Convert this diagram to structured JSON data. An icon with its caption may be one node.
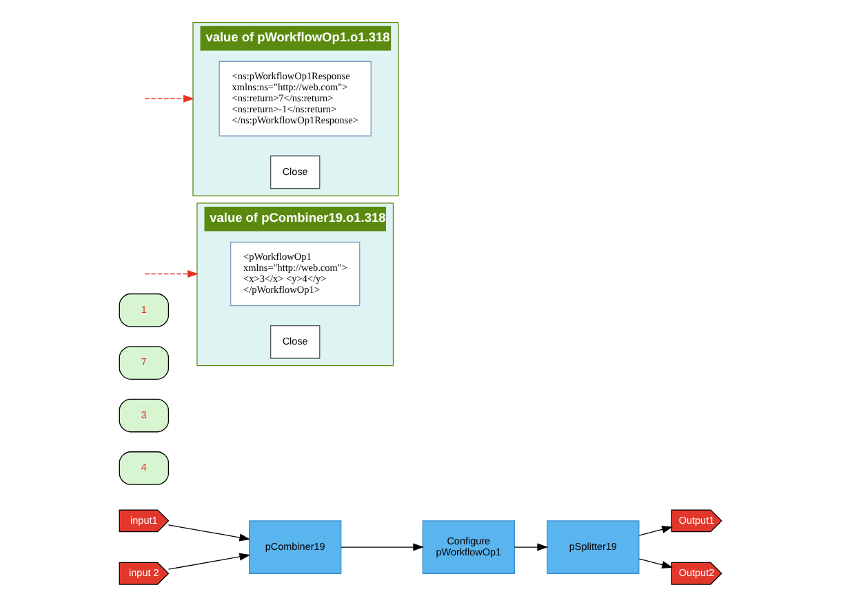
{
  "diagram": {
    "nodes": [
      {
        "text": [
          "input1"
        ]
      },
      {
        "text": [
          "4"
        ]
      },
      {
        "text": [
          "input 2"
        ]
      },
      {
        "text": [
          "3"
        ]
      },
      {
        "text": [
          "pCombiner19"
        ]
      },
      {
        "text": [
          "Configure",
          "pWorkflowOp1"
        ]
      },
      {
        "text": [
          "pSplitter19"
        ]
      },
      {
        "text": [
          "Output1"
        ]
      },
      {
        "text": [
          "7"
        ]
      },
      {
        "text": [
          "Output2"
        ]
      },
      {
        "text": [
          "1"
        ]
      },
      {
        "text": [
          "value of pCombiner19.o1.318"
        ]
      },
      {
        "text": [
          "<pWorkflowOp1 xmlns=\"http://web.com\"> <x>3</x> <y>4</y> </pWorkflowOp1>"
        ],
        "in": 11
      },
      {
        "text": [
          "Close"
        ],
        "in": 11
      },
      {
        "text": [
          "value of pWorkflowOp1.o1.318"
        ]
      },
      {
        "text": [
          "<ns:pWorkflowOp1Response xmlns:ns=\"http://web.com\"> <ns:return>7</ns:return> <ns:return>-1</ns:return> </ns:pWorkflowOp1Response>"
        ],
        "in": 14
      },
      {
        "text": [
          "Close"
        ],
        "in": 14
      }
    ],
    "edges": [
      {
        "from": 0,
        "to": 4,
        "arrow": "to"
      },
      {
        "from": 2,
        "to": 4,
        "arrow": "to"
      },
      {
        "from": 4,
        "to": 5,
        "arrow": "to"
      },
      {
        "from": 5,
        "to": 6,
        "arrow": "to"
      },
      {
        "from": 6,
        "to": 7,
        "arrow": "to"
      },
      {
        "from": 6,
        "to": 9,
        "arrow": "to"
      },
      {
        "from": null,
        "to": 11,
        "arrow": "to",
        "style": "dashed",
        "color": "#e53323"
      },
      {
        "from": null,
        "to": 14,
        "arrow": "to",
        "style": "dashed",
        "color": "#e53323"
      }
    ]
  }
}
